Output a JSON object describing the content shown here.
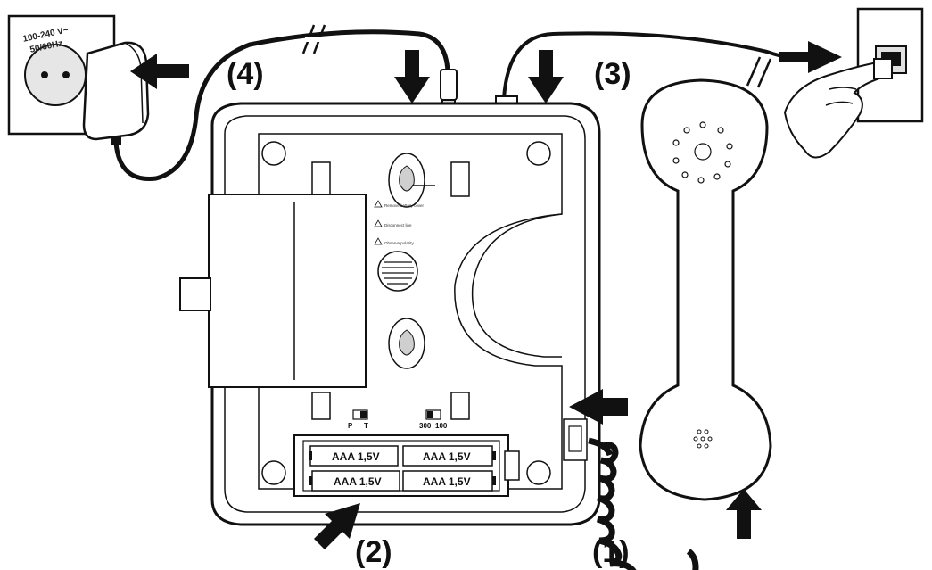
{
  "outlet": {
    "voltage": "100-240 V~",
    "frequency": "50/60Hz"
  },
  "steps": {
    "step1": "(1)",
    "step2": "(2)",
    "step3": "(3)",
    "step4": "(4)"
  },
  "batteries": [
    "AAA 1,5V",
    "AAA 1,5V",
    "AAA 1,5V",
    "AAA 1,5V"
  ],
  "switches": {
    "pt_left": "P",
    "pt_right": "T",
    "flash_left": "300",
    "flash_right": "100"
  },
  "warnings": [
    "Remove battery cover",
    "Disconnect line",
    "Observe polarity"
  ],
  "colors": {
    "line": "#111111",
    "fill": "#ffffff",
    "shade": "#e8e8e8",
    "cable": "#0d0d0d"
  }
}
